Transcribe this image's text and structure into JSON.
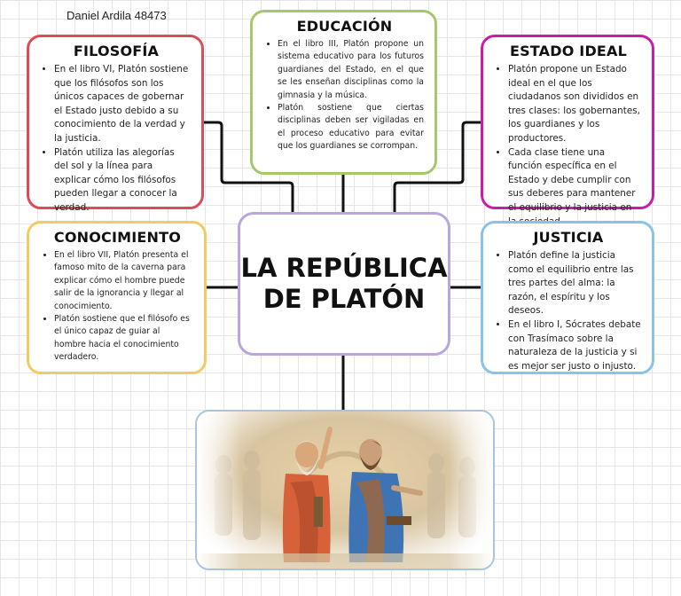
{
  "author": "Daniel Ardila  48473",
  "center": {
    "title_line1": "LA REPÚBLICA",
    "title_line2": "DE PLATÓN"
  },
  "boxes": {
    "filosofia": {
      "title": "FILOSOFÍA",
      "items": [
        "En el libro VI, Platón sostiene que los filósofos son los únicos capaces de gobernar el Estado justo debido a su conocimiento de la verdad y la justicia.",
        "Platón utiliza las alegorías del sol y la línea para explicar cómo los filósofos pueden llegar a conocer la verdad."
      ]
    },
    "educacion": {
      "title": "EDUCACIÓN",
      "items": [
        "En el libro III, Platón propone un sistema educativo para los futuros guardianes del Estado, en el que se les enseñan disciplinas como la gimnasia y la música.",
        "Platón sostiene que ciertas disciplinas deben ser vigiladas en el proceso educativo para evitar que los guardianes se corrompan."
      ]
    },
    "estado_ideal": {
      "title": "ESTADO IDEAL",
      "items": [
        "Platón propone un Estado ideal en el que los ciudadanos son divididos en tres clases: los gobernantes, los guardianes y los productores.",
        "Cada clase tiene una función específica en el Estado y debe cumplir con sus deberes para mantener el equilibrio y la justicia en la sociedad."
      ]
    },
    "conocimiento": {
      "title": "CONOCIMIENTO",
      "items": [
        "En el libro VII, Platón presenta el famoso mito de la caverna para explicar cómo el hombre puede salir de la ignorancia y llegar al conocimiento.",
        "Platón sostiene que el filósofo es el único capaz de guiar al hombre hacia el conocimiento verdadero."
      ]
    },
    "justicia": {
      "title": "JUSTICIA",
      "items": [
        "Platón define la justicia como el equilibrio entre las tres partes del alma: la razón, el espíritu y los deseos.",
        "En el libro I, Sócrates debate con Trasímaco sobre la naturaleza de la justicia y si es mejor ser justo o injusto."
      ]
    }
  },
  "colors": {
    "filosofia": "#d94c5a",
    "educacion": "#a6c76a",
    "estado_ideal": "#c91da8",
    "conocimiento": "#f0cc64",
    "justicia": "#8cc2e6",
    "center": "#b8a6dc",
    "connector": "#111111"
  }
}
